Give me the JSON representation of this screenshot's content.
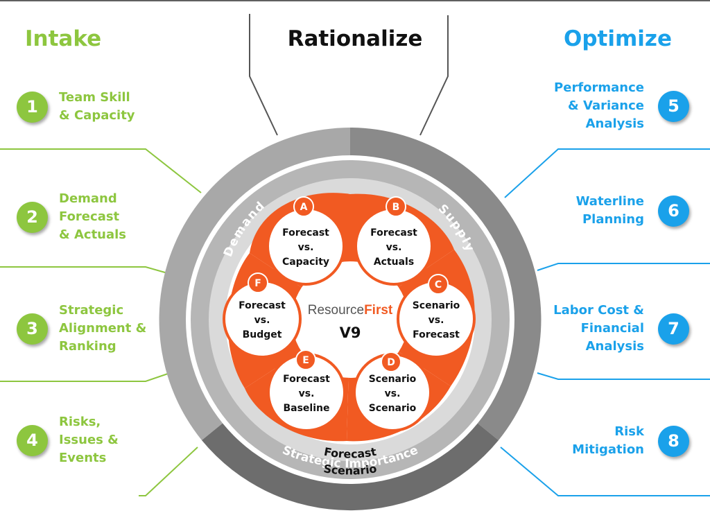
{
  "headings": {
    "intake": "Intake",
    "rationalize": "Rationalize",
    "optimize": "Optimize"
  },
  "intake_items": [
    {
      "num": "1",
      "label": "Team Skill\n& Capacity"
    },
    {
      "num": "2",
      "label": "Demand\nForecast\n& Actuals"
    },
    {
      "num": "3",
      "label": "Strategic\nAlignment &\nRanking"
    },
    {
      "num": "4",
      "label": "Risks,\nIssues &\nEvents"
    }
  ],
  "optimize_items": [
    {
      "num": "5",
      "label": "Performance\n& Variance\nAnalysis"
    },
    {
      "num": "6",
      "label": "Waterline\nPlanning"
    },
    {
      "num": "7",
      "label": "Labor Cost &\nFinancial\nAnalysis"
    },
    {
      "num": "8",
      "label": "Risk\nMitigation"
    }
  ],
  "ring_labels": {
    "demand": "Demand",
    "supply": "Supply",
    "strategic": "Strategic Importance",
    "scenario": "Scenario",
    "forecast": "Forecast"
  },
  "center": {
    "logo_main": "Resource",
    "logo_accent": "First",
    "version": "V9"
  },
  "comparisons": [
    {
      "letter": "A",
      "lines": [
        "Forecast",
        "vs.",
        "Capacity"
      ]
    },
    {
      "letter": "B",
      "lines": [
        "Forecast",
        "vs.",
        "Actuals"
      ]
    },
    {
      "letter": "C",
      "lines": [
        "Scenario",
        "vs.",
        "Forecast"
      ]
    },
    {
      "letter": "D",
      "lines": [
        "Scenario",
        "vs.",
        "Scenario"
      ]
    },
    {
      "letter": "E",
      "lines": [
        "Forecast",
        "vs.",
        "Baseline"
      ]
    },
    {
      "letter": "F",
      "lines": [
        "Forecast",
        "vs.",
        "Budget"
      ]
    }
  ],
  "colors": {
    "green": "#8dc63f",
    "blue": "#1aa1ea",
    "orange": "#f15a22",
    "ring_dark": "#6d6d6d",
    "ring_mid": "#8a8a8a",
    "ring_light": "#a8a8a8",
    "ring_pale": "#c9c9c9"
  }
}
